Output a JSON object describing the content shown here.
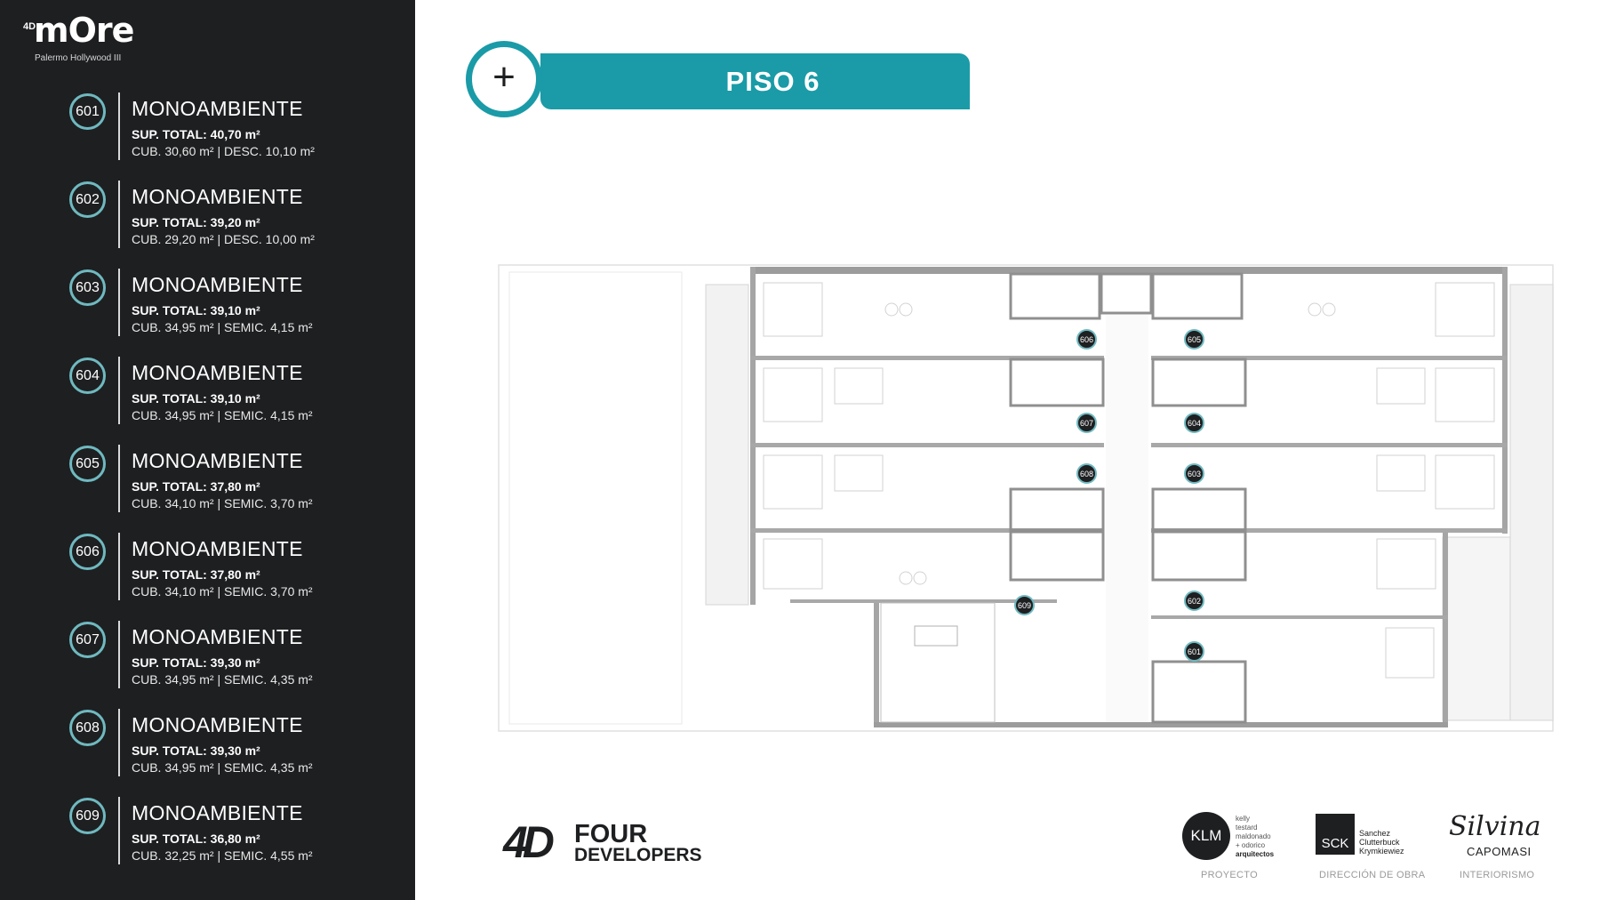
{
  "brand": {
    "superscript": "4D",
    "name": "mOre",
    "subtitle": "Palermo Hollywood III"
  },
  "header": {
    "floor_title": "PISO 6",
    "expand_symbol": "+"
  },
  "units": [
    {
      "number": "601",
      "type": "MONOAMBIENTE",
      "total": "SUP. TOTAL: 40,70 m²",
      "detail": "CUB. 30,60 m² |  DESC. 10,10 m²"
    },
    {
      "number": "602",
      "type": "MONOAMBIENTE",
      "total": "SUP. TOTAL: 39,20 m²",
      "detail": "CUB. 29,20 m² |  DESC. 10,00 m²"
    },
    {
      "number": "603",
      "type": "MONOAMBIENTE",
      "total": "SUP. TOTAL: 39,10 m²",
      "detail": "CUB. 34,95 m² |  SEMIC. 4,15 m²"
    },
    {
      "number": "604",
      "type": "MONOAMBIENTE",
      "total": "SUP. TOTAL: 39,10 m²",
      "detail": "CUB. 34,95 m² |  SEMIC. 4,15 m²"
    },
    {
      "number": "605",
      "type": "MONOAMBIENTE",
      "total": "SUP. TOTAL: 37,80 m²",
      "detail": "CUB. 34,10 m² |  SEMIC. 3,70 m²"
    },
    {
      "number": "606",
      "type": "MONOAMBIENTE",
      "total": "SUP. TOTAL: 37,80 m²",
      "detail": "CUB. 34,10 m² |  SEMIC. 3,70 m²"
    },
    {
      "number": "607",
      "type": "MONOAMBIENTE",
      "total": "SUP. TOTAL: 39,30 m²",
      "detail": "CUB. 34,95 m² |  SEMIC. 4,35 m²"
    },
    {
      "number": "608",
      "type": "MONOAMBIENTE",
      "total": "SUP. TOTAL: 39,30 m²",
      "detail": "CUB. 34,95 m² |  SEMIC. 4,35 m²"
    },
    {
      "number": "609",
      "type": "MONOAMBIENTE",
      "total": "SUP. TOTAL: 36,80 m²",
      "detail": "CUB. 32,25 m² |  SEMIC. 4,55 m²"
    }
  ],
  "plan_badges": [
    "606",
    "605",
    "607",
    "604",
    "608",
    "603",
    "609",
    "602",
    "601"
  ],
  "developer": {
    "mark": "4D",
    "line1": "FOUR",
    "line2": "DEVELOPERS"
  },
  "partners": {
    "klm": {
      "mark": "KLM",
      "lines": [
        "kelly",
        "testard",
        "maldonado",
        "+ odorico"
      ],
      "last": "arquitectos",
      "caption": "PROYECTO"
    },
    "sck": {
      "mark": "SCK",
      "lines": [
        "Sanchez",
        "Clutterbuck",
        "Krymkiewiez"
      ],
      "caption": "DIRECCIÓN DE OBRA"
    },
    "silvina": {
      "script": "Silvina",
      "name": "CAPOMASI",
      "caption": "INTERIORISMO"
    }
  },
  "colors": {
    "sidebar_bg": "#1e1f21",
    "accent": "#1a9ba7",
    "badge_ring": "#6fb9c0"
  }
}
